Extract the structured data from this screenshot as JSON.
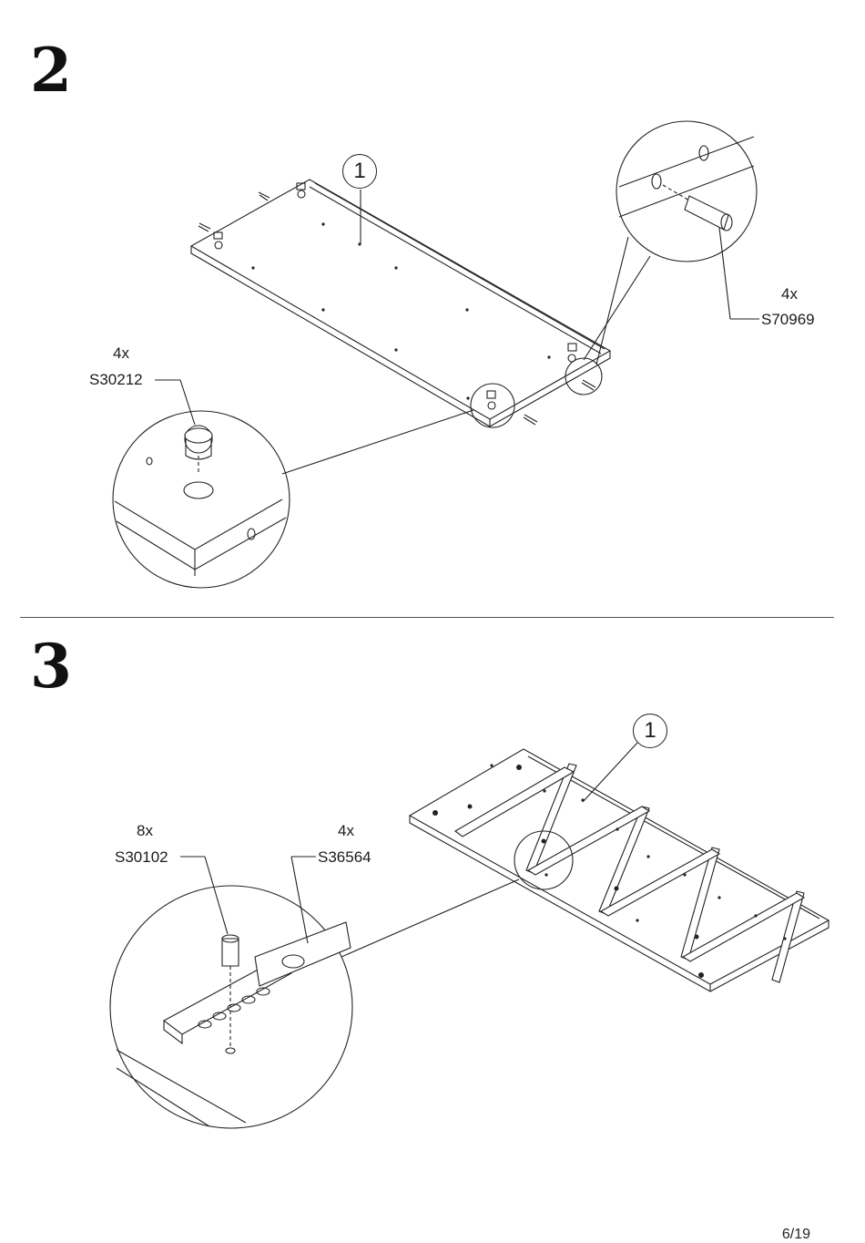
{
  "steps": [
    {
      "number": "2",
      "part_callout": "1",
      "hardware": [
        {
          "qty": "4x",
          "code": "S70969"
        },
        {
          "qty": "4x",
          "code": "S30212"
        }
      ]
    },
    {
      "number": "3",
      "part_callout": "1",
      "hardware": [
        {
          "qty": "8x",
          "code": "S30102"
        },
        {
          "qty": "4x",
          "code": "S36564"
        }
      ]
    }
  ],
  "page": "6/19"
}
